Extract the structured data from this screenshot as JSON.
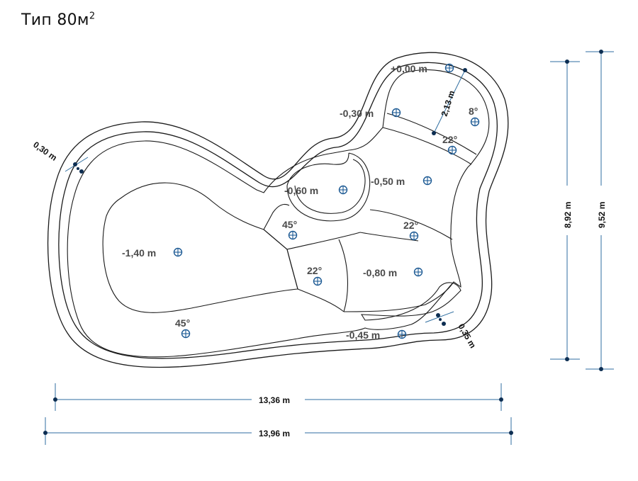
{
  "title": {
    "text": "Тип 80м",
    "sup": "2"
  },
  "depths": {
    "d0": "+0,00 m",
    "d030": "-0,30 m",
    "d050": "-0,50 m",
    "d060": "-0,60 m",
    "d080": "-0,80 m",
    "d045": "-0,45 m",
    "d140": "-1,40 m"
  },
  "angles": {
    "a8": "8°",
    "a22_top": "22°",
    "a22_mid": "22°",
    "a22_low": "22°",
    "a45_mid": "45°",
    "a45_bot": "45°"
  },
  "dimensions": {
    "wall_left": "0,30 m",
    "wall_right": "0,35 m",
    "step": "2,13 m",
    "inner_width": "13,36 m",
    "outer_width": "13,96 m",
    "inner_length": "8,92 m",
    "outer_length": "9,52 m"
  },
  "colors": {
    "dimension_line": "#2f6ea0",
    "marker": "#1d5a94",
    "outline": "#1a1a1a"
  }
}
